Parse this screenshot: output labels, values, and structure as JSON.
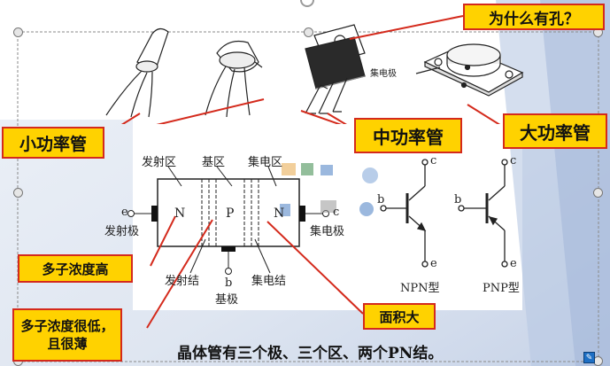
{
  "callouts": {
    "why_hole": "为什么有孔？",
    "small_power": "小功率管",
    "medium_power": "中功率管",
    "large_power": "大功率管",
    "majority_high": "多子浓度高",
    "majority_low_thin": "多子浓度很低，且很薄",
    "large_area": "面积大"
  },
  "photo": {
    "collector_label": "集电极"
  },
  "diagram": {
    "emitter_region": "发射区",
    "base_region": "基区",
    "collector_region": "集电区",
    "n_left": "N",
    "p_mid": "P",
    "n_right": "N",
    "e_terminal": "e",
    "c_terminal": "c",
    "b_terminal": "b",
    "emitter_pole": "发射极",
    "collector_pole": "集电极",
    "emitter_junction": "发射结",
    "collector_junction": "集电结",
    "base_pole": "基极"
  },
  "symbols": {
    "npn_c": "c",
    "npn_b": "b",
    "npn_e": "e",
    "npn_label": "NPN型",
    "pnp_c": "c",
    "pnp_b": "b",
    "pnp_e": "e",
    "pnp_label": "PNP型"
  },
  "summary": "晶体管有三个极、三个区、两个PN结。",
  "colors": {
    "callout_fill": "#ffd200",
    "callout_border": "#d42a1c",
    "leader": "#d42a1c"
  }
}
